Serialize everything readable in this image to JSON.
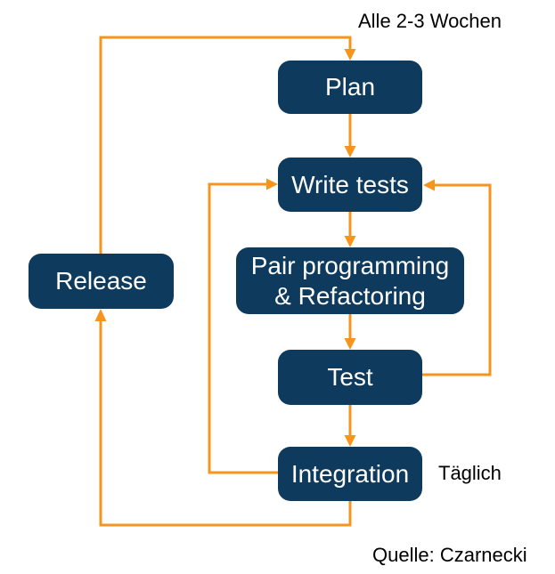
{
  "theme": {
    "background": "#FFFFFF",
    "node_fill": "#0E3A5E",
    "node_text": "#FFFFFF",
    "arrow": "#F7941D",
    "annotation_text": "#000000"
  },
  "nodes": {
    "plan": {
      "label": "Plan"
    },
    "write_tests": {
      "label": "Write tests"
    },
    "pair_programming": {
      "label": "Pair programming\n& Refactoring"
    },
    "test": {
      "label": "Test"
    },
    "integration": {
      "label": "Integration"
    },
    "release": {
      "label": "Release"
    }
  },
  "annotations": {
    "cycle_label": "Alle 2-3 Wochen",
    "daily_label": "Täglich",
    "source_label": "Quelle: Czarnecki"
  },
  "edges": [
    {
      "from": "release",
      "to": "plan"
    },
    {
      "from": "plan",
      "to": "write_tests"
    },
    {
      "from": "write_tests",
      "to": "pair_programming"
    },
    {
      "from": "pair_programming",
      "to": "test"
    },
    {
      "from": "test",
      "to": "integration"
    },
    {
      "from": "integration",
      "to": "release"
    },
    {
      "from": "integration",
      "to": "write_tests"
    },
    {
      "from": "test",
      "to": "write_tests"
    }
  ]
}
